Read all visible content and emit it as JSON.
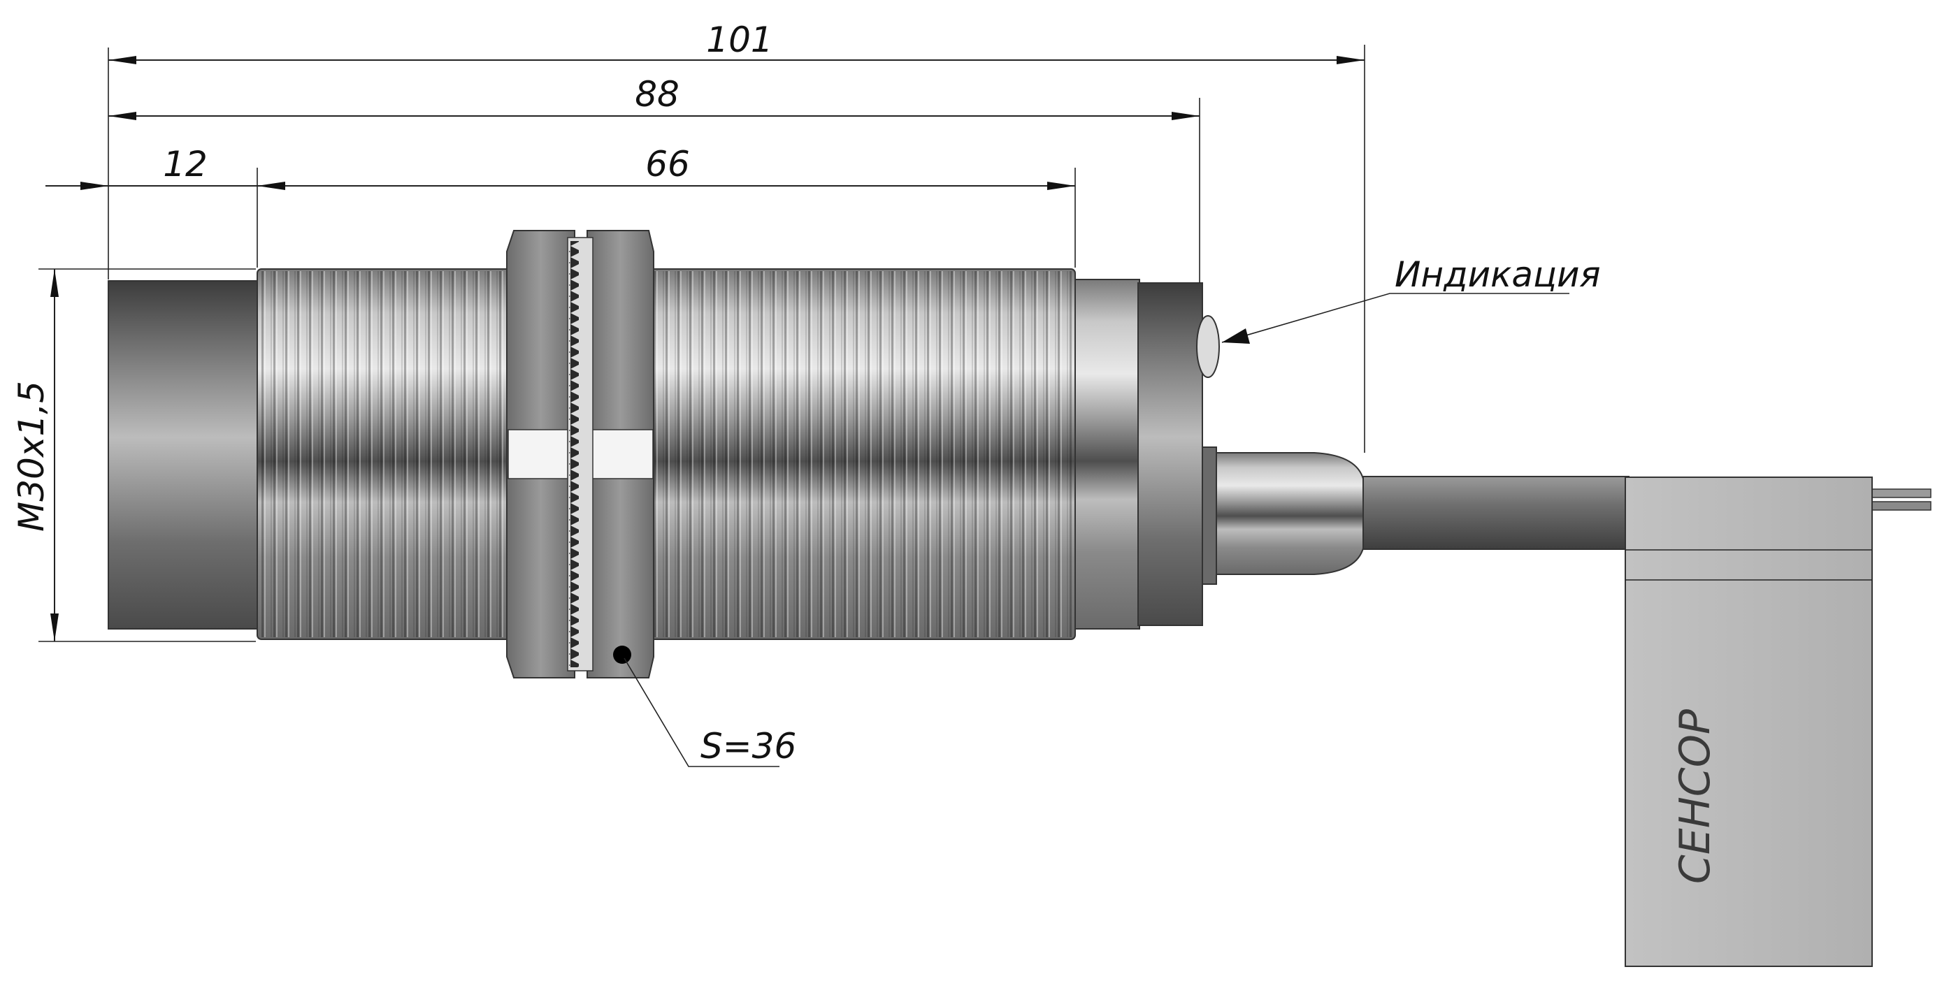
{
  "dimensions": {
    "overall_length": "101",
    "length_to_housing": "88",
    "sensing_face": "12",
    "thread_length": "66",
    "thread_spec": "M30x1,5",
    "wrench_size": "S=36"
  },
  "callouts": {
    "indicator": "Индикация"
  },
  "label": {
    "brand": "СЕНСОР"
  },
  "colors": {
    "line": "#222222",
    "metal_dark": "#5a5a5a",
    "metal_light": "#f2f2f2",
    "label_fill": "#bdbdbd"
  }
}
